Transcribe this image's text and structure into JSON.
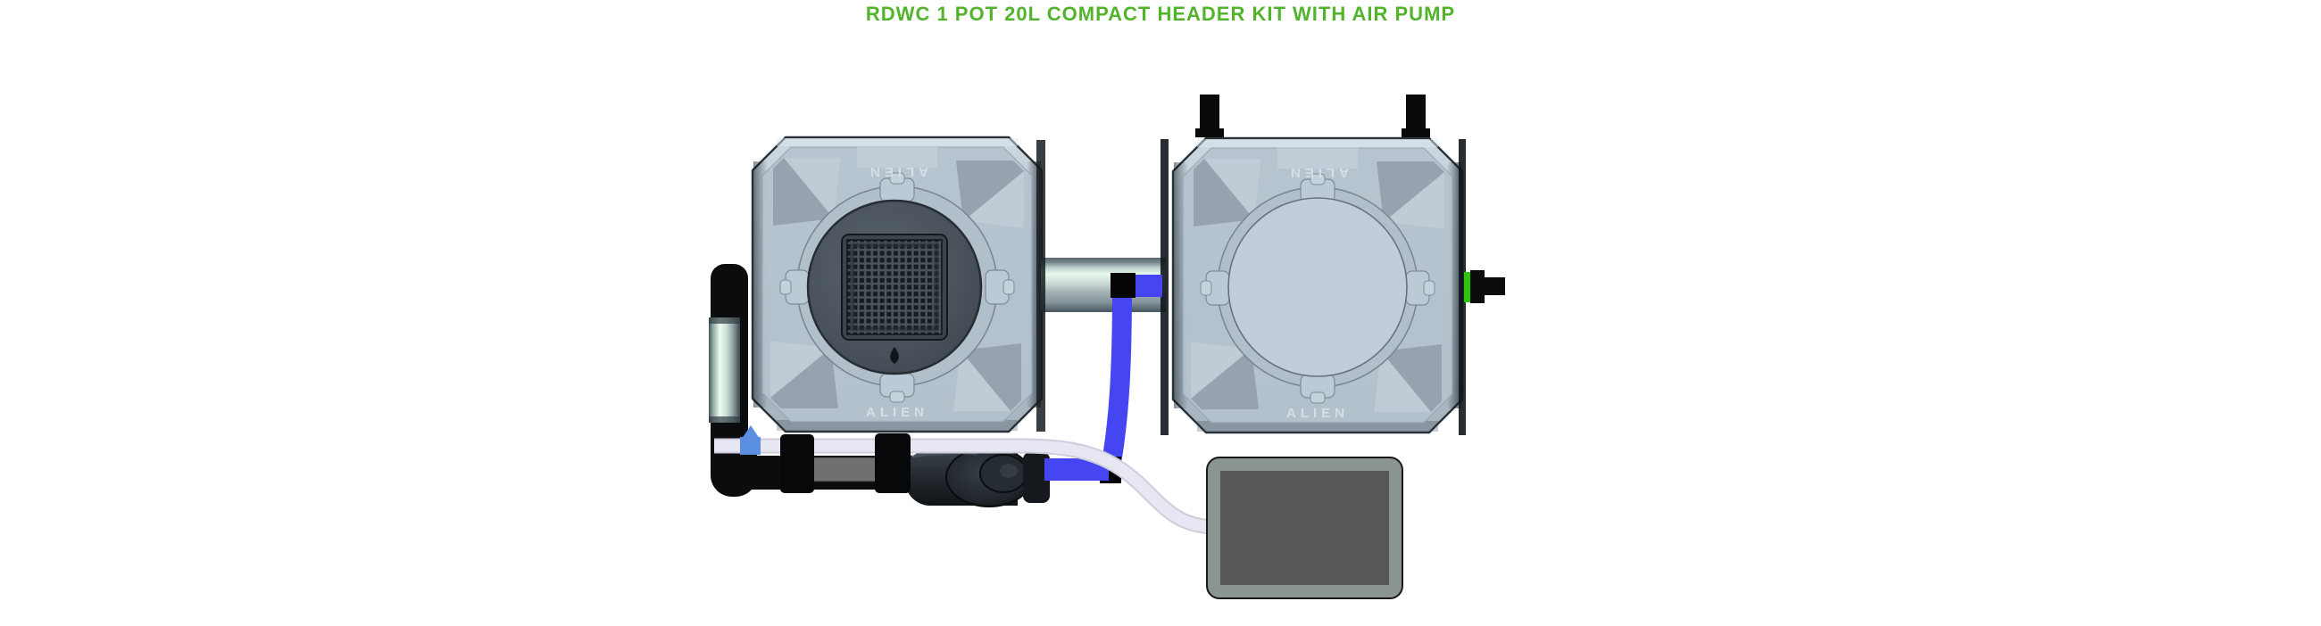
{
  "title": {
    "text": "RDWC 1 POT 20L COMPACT HEADER KIT WITH AIR PUMP",
    "color": "#52b42b"
  },
  "brand": "ALIEN",
  "pots": {
    "left": {
      "brand_top": "ALIEN",
      "brand_bottom": "ALIEN",
      "lid_type": "mesh net pot lid"
    },
    "right": {
      "brand_top": "ALIEN",
      "brand_bottom": "ALIEN",
      "lid_type": "solid round lid"
    }
  },
  "colors": {
    "accent_green": "#52b42b",
    "tube_blue": "#4645f2",
    "fitting_blue": "#5b8fdf",
    "fitting_green": "#2cc60e",
    "air_tube_white": "#e6e7f2",
    "lid_gray": "#b7c5d0",
    "pump_black": "#1b1e22",
    "air_pump_border": "#8a9592",
    "air_pump_face": "#575757",
    "pipe_mint": "#e9f8ee"
  }
}
